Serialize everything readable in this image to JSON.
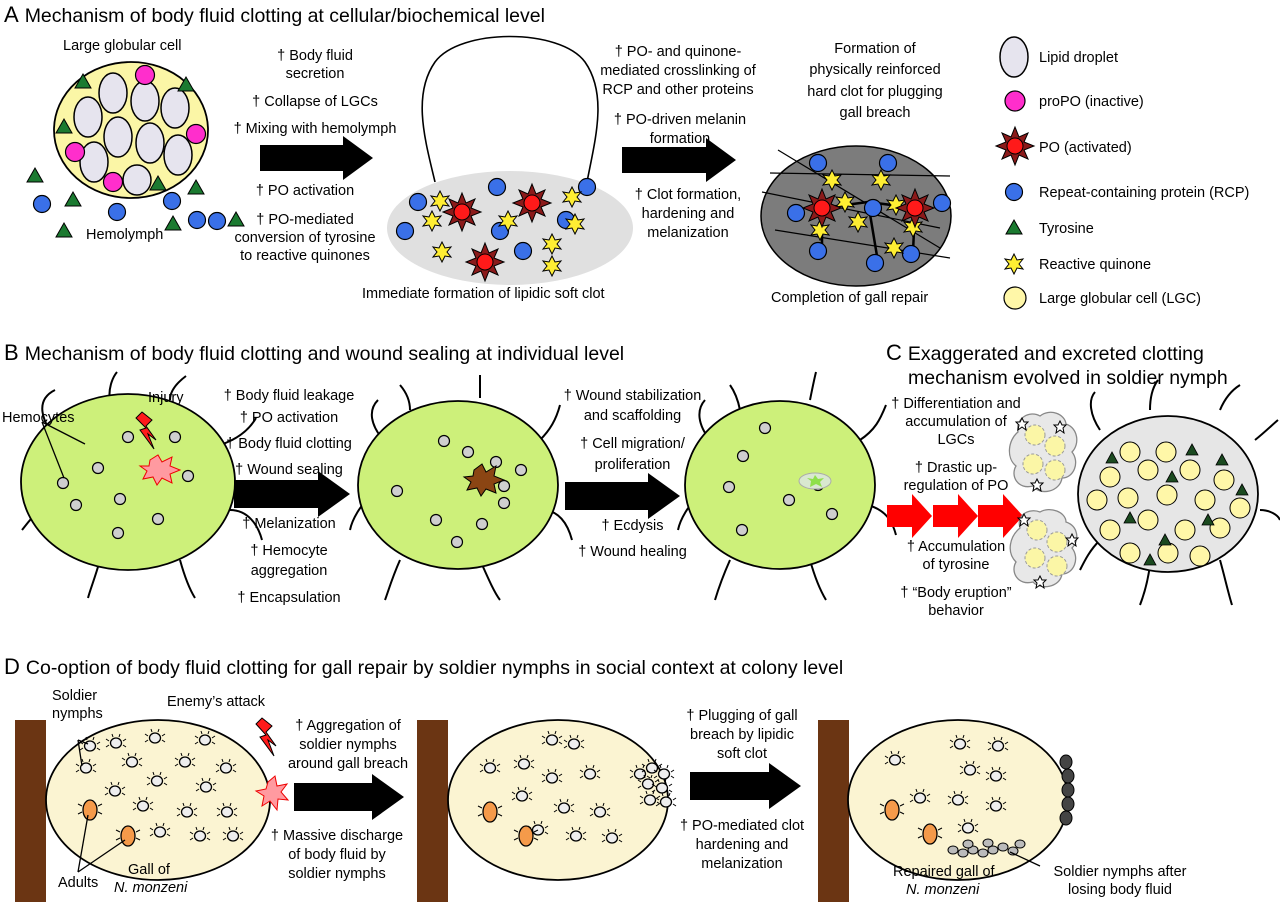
{
  "colors": {
    "lgc_fill": "#fff7a8",
    "lgc_bg": "#fbf6a6",
    "lipid_fill": "#e6e4ee",
    "propo": "#ff2ecc",
    "po": "#ff1a1a",
    "rcp": "#3a70e8",
    "tyrosine": "#1b7a30",
    "quinone": "#ffee33",
    "nymph_body": "#cdf07a",
    "gall": "#fbf4d2",
    "wall": "#6b3513",
    "arrow_red": "#ff0000"
  },
  "panelA": {
    "letter": "A",
    "title": "Mechanism of body fluid clotting at cellular/biochemical level",
    "cell_label": "Large globular cell",
    "hemolymph_label": "Hemolymph",
    "steps1": [
      "† Body fluid",
      "secretion",
      "† Collapse of LGCs",
      "† Mixing with hemolymph",
      "† PO activation",
      "† PO-mediated",
      "conversion of tyrosine",
      "to reactive quinones"
    ],
    "softclot_label": "Immediate formation of lipidic soft clot",
    "steps2": [
      "† PO- and quinone-",
      "mediated crosslinking of",
      "RCP and other proteins",
      "† PO-driven melanin",
      "formation",
      "† Clot formation,",
      "hardening and",
      "melanization"
    ],
    "hardclot_title": [
      "Formation of",
      "physically reinforced",
      "hard clot for plugging",
      "gall breach"
    ],
    "gallrepair_label": "Completion of gall repair",
    "legend": [
      "Lipid droplet",
      "proPO (inactive)",
      "PO (activated)",
      "Repeat-containing protein (RCP)",
      "Tyrosine",
      "Reactive quinone",
      "Large globular cell (LGC)"
    ]
  },
  "panelB": {
    "letter": "B",
    "title": "Mechanism of body fluid clotting and wound sealing at individual level",
    "injury": "Injury",
    "hemocytes": "Hemocytes",
    "steps1": [
      "† Body fluid leakage",
      "† PO activation",
      "† Body fluid clotting",
      "† Wound sealing",
      "† Melanization",
      "† Hemocyte",
      "aggregation",
      "† Encapsulation"
    ],
    "steps2": [
      "† Wound stabilization",
      "and scaffolding",
      "† Cell migration/",
      "proliferation",
      "† Ecdysis",
      "† Wound healing"
    ]
  },
  "panelC": {
    "letter": "C",
    "title": [
      "Exaggerated and excreted clotting",
      "mechanism evolved in soldier nymph"
    ],
    "steps": [
      "† Differentiation and",
      "accumulation of",
      "LGCs",
      "† Drastic up-",
      "regulation of PO",
      "† Accumulation",
      "of tyrosine",
      "† “Body eruption”",
      "behavior"
    ]
  },
  "panelD": {
    "letter": "D",
    "title": "Co-option of body fluid clotting for gall repair by soldier nymphs in social context at colony level",
    "soldier_nymphs": [
      "Soldier",
      "nymphs"
    ],
    "enemy_attack": "Enemy’s attack",
    "adults": "Adults",
    "gall_of": "Gall of",
    "species": "N. monzeni",
    "steps1": [
      "† Aggregation of",
      "soldier nymphs",
      "around gall breach",
      "† Massive discharge",
      "of body fluid by",
      "soldier nymphs"
    ],
    "steps2": [
      "† Plugging of gall",
      "breach by lipidic",
      "soft clot",
      "† PO-mediated clot",
      "hardening and",
      "melanization"
    ],
    "repaired_gall": "Repaired gall of",
    "soldiers_after": [
      "Soldier nymphs after",
      "losing body fluid"
    ]
  }
}
